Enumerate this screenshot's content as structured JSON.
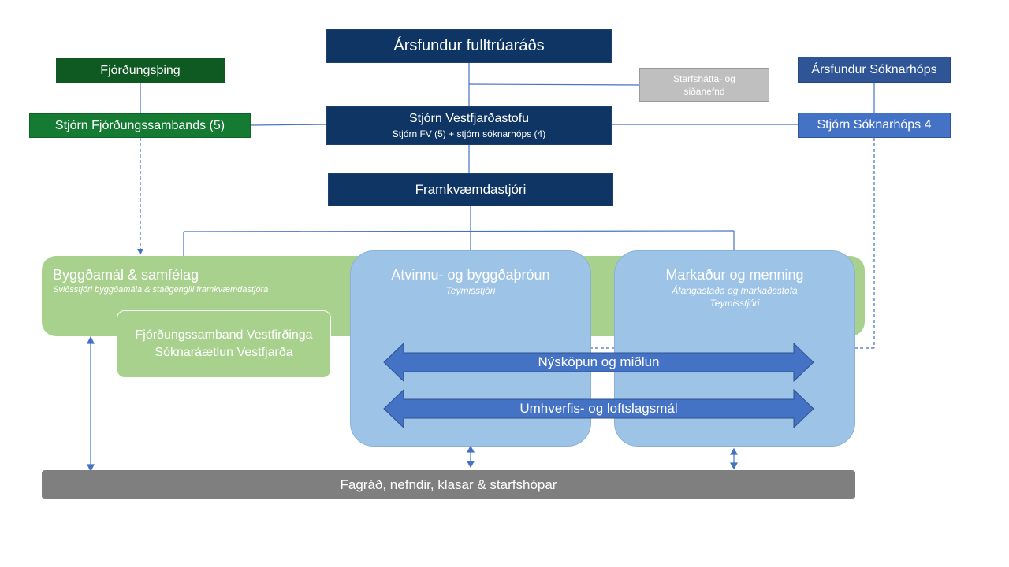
{
  "top": {
    "arsfundur": "Ársfundur fulltrúaráðs",
    "starfshatta": "Starfshátta- og siðanefnd",
    "stjorn_vestfjardastofu": "Stjórn Vestfjarðastofu",
    "stjorn_vestfjardastofu_sub": "Stjórn FV (5) + stjórn sóknarhóps (4)",
    "framkvaemdastjori": "Framkvæmdastjóri"
  },
  "left": {
    "fjordungsthing": "Fjórðungsþing",
    "stjorn_fjordungssambands": "Stjórn Fjórðungssambands (5)"
  },
  "right": {
    "arsfundur_soknarhops": "Ársfundur Sóknarhóps",
    "stjorn_soknarhops": "Stjórn Sóknarhóps 4"
  },
  "panels": {
    "byggdamal_title": "Byggðamál & samfélag",
    "byggdamal_sub": "Sviðsstjóri byggðamála & staðgengill framkvæmdastjóra",
    "fjordungssamband_line1": "Fjórðungssamband Vestfirðinga",
    "fjordungssamband_line2": "Sóknaráætlun Vestfjarða",
    "atvinnu_title": "Atvinnu- og byggðaþróun",
    "atvinnu_sub": "Teymisstjóri",
    "markadur_title": "Markaður og menning",
    "markadur_sub1": "Áfangastaða og markaðsstofa",
    "markadur_sub2": "Teymisstjóri"
  },
  "arrows": {
    "nyskopun": "Nýsköpun og miðlun",
    "umhverfis": "Umhverfis- og loftslagsmál"
  },
  "bottom": {
    "fagrad": "Fagráð, nefndir, klasar & starfshópar"
  },
  "colors": {
    "navy": "#0e3563",
    "dark_green": "#0f5a22",
    "green": "#157a32",
    "light_green": "#a9d18e",
    "light_blue": "#9dc3e6",
    "blue": "#4472c4",
    "grey": "#bfbfbf",
    "dark_grey": "#7f7f7f"
  }
}
